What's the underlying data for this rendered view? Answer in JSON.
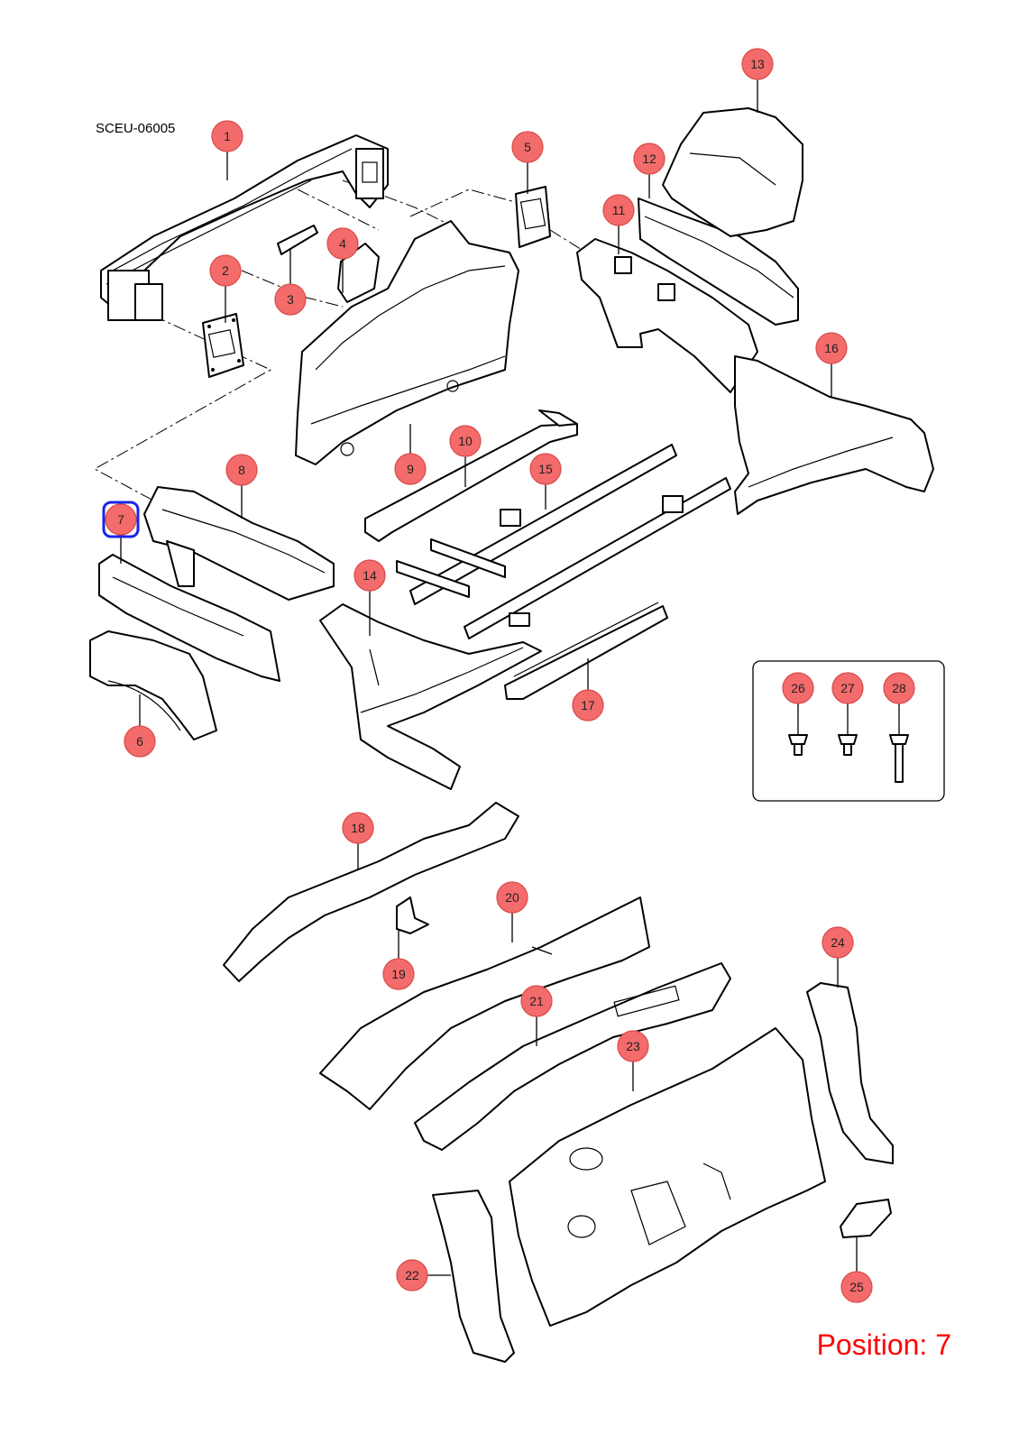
{
  "diagram": {
    "code": "SCEU-06005",
    "position_label": "Position: 7",
    "selected_callout": "7",
    "callouts": [
      {
        "id": "1",
        "label": "1"
      },
      {
        "id": "2",
        "label": "2"
      },
      {
        "id": "3",
        "label": "3"
      },
      {
        "id": "4",
        "label": "4"
      },
      {
        "id": "5",
        "label": "5"
      },
      {
        "id": "6",
        "label": "6"
      },
      {
        "id": "7",
        "label": "7"
      },
      {
        "id": "8",
        "label": "8"
      },
      {
        "id": "9",
        "label": "9"
      },
      {
        "id": "10",
        "label": "10"
      },
      {
        "id": "11",
        "label": "11"
      },
      {
        "id": "12",
        "label": "12"
      },
      {
        "id": "13",
        "label": "13"
      },
      {
        "id": "14",
        "label": "14"
      },
      {
        "id": "15",
        "label": "15"
      },
      {
        "id": "16",
        "label": "16"
      },
      {
        "id": "17",
        "label": "17"
      },
      {
        "id": "18",
        "label": "18"
      },
      {
        "id": "19",
        "label": "19"
      },
      {
        "id": "20",
        "label": "20"
      },
      {
        "id": "21",
        "label": "21"
      },
      {
        "id": "22",
        "label": "22"
      },
      {
        "id": "23",
        "label": "23"
      },
      {
        "id": "24",
        "label": "24"
      },
      {
        "id": "25",
        "label": "25"
      },
      {
        "id": "26",
        "label": "26"
      },
      {
        "id": "27",
        "label": "27"
      },
      {
        "id": "28",
        "label": "28"
      }
    ]
  }
}
